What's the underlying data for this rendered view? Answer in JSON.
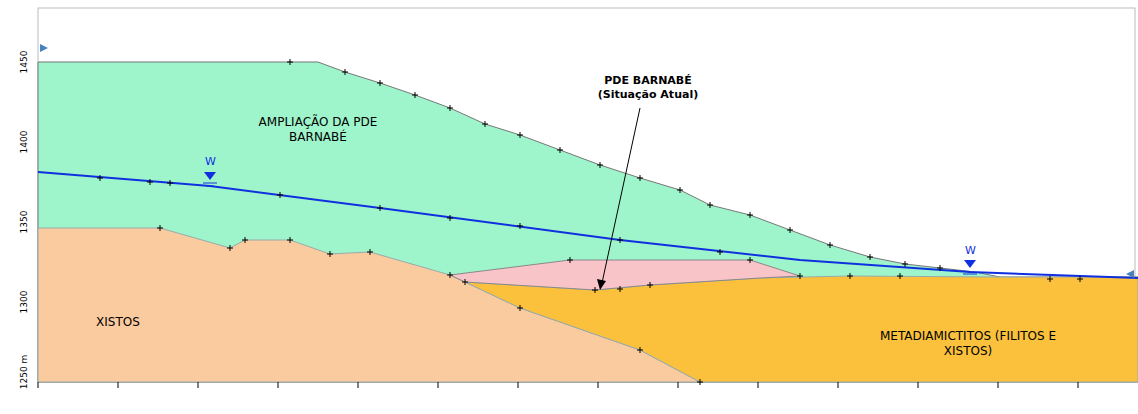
{
  "diagram": {
    "nodes": [
      {
        "text": [
          "AMPLIAÇÃO DA PDE BARNABÉ"
        ]
      },
      {
        "text": [
          "XISTOS"
        ]
      },
      {
        "text": [
          "METADIAMICTITOS (FILITOS E XISTOS)"
        ]
      }
    ],
    "labels": [
      "PDE BARNABÉ (Situação Atual)",
      "W",
      "W",
      "1450",
      "1400",
      "1350",
      "1300",
      "1250 m"
    ]
  }
}
